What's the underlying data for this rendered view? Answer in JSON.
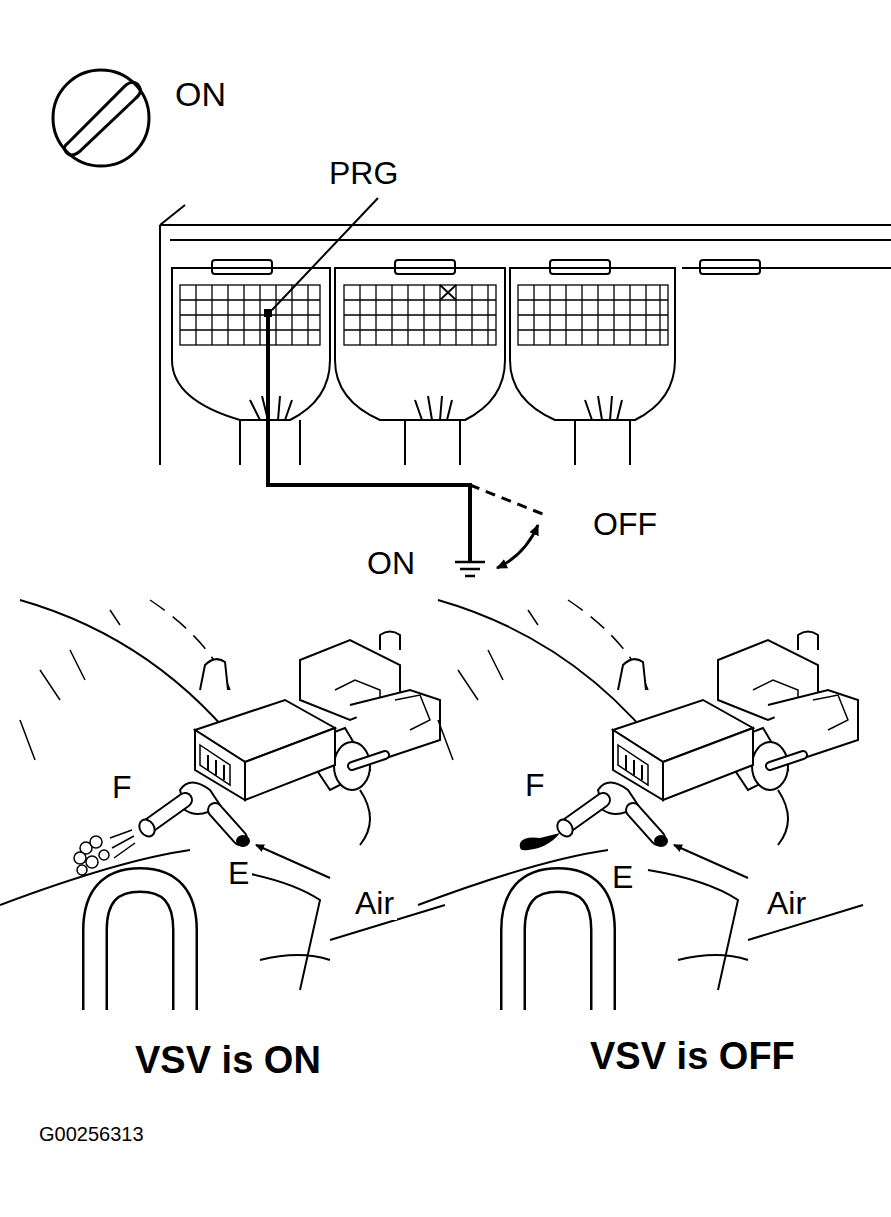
{
  "diagram": {
    "labels": [
      "ON",
      "PRG",
      "OFF",
      "ON",
      "F",
      "E",
      "Air",
      "VSV is ON",
      "F",
      "E",
      "Air",
      "VSV is OFF",
      "G00256313"
    ]
  }
}
